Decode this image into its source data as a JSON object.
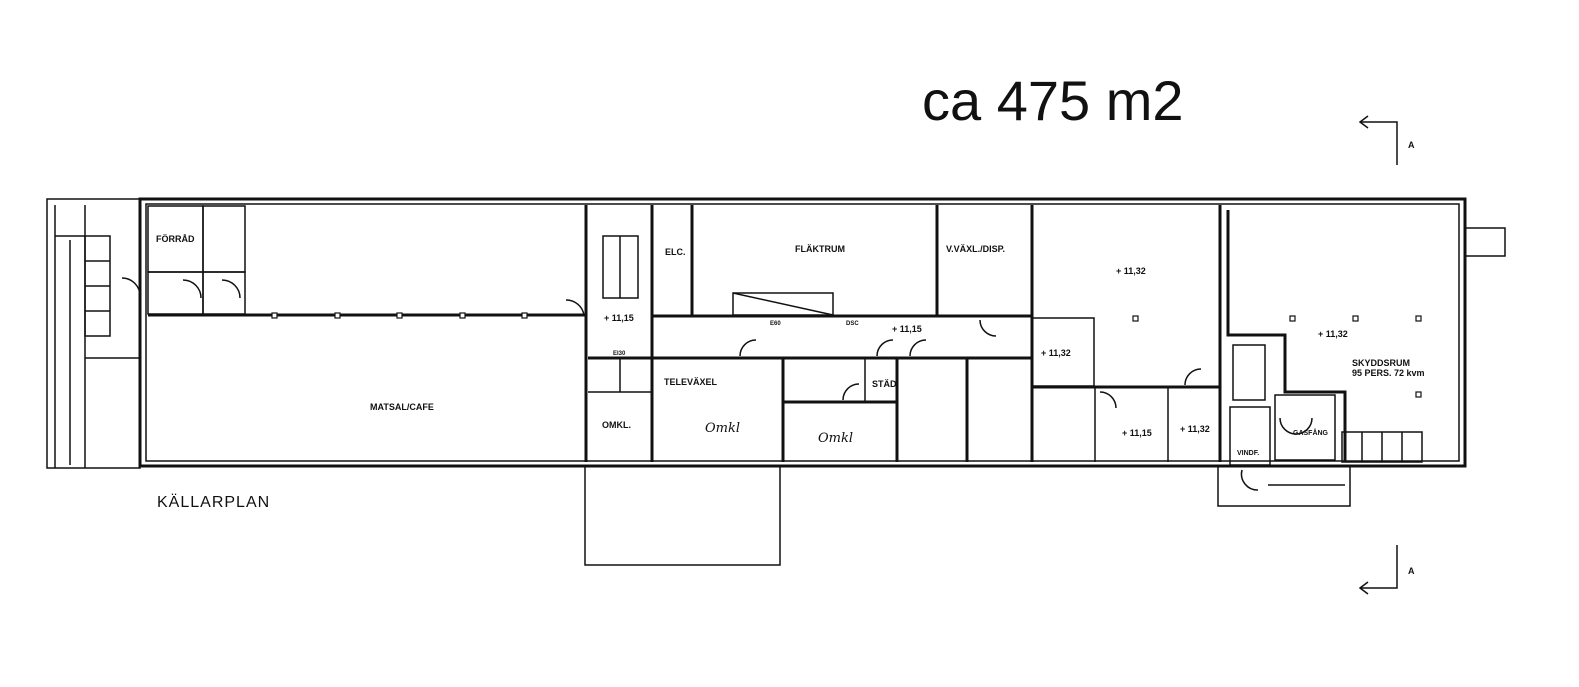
{
  "title": "ca  475 m2",
  "plan_name": "KÄLLARPLAN",
  "section_marker": "A",
  "rooms": {
    "forrad": "FÖRRÅD",
    "matsal": "MATSAL/CAFE",
    "elc": "ELC.",
    "flaktrum": "FLÄKTRUM",
    "vvaxl": "V.VÄXL./DISP.",
    "televaxel": "TELEVÄXEL",
    "omkl": "OMKL.",
    "stad": "STÄD",
    "skyddsrum": "SKYDDSRUM",
    "skyddsrum_info": "95 PERS.  72 kvm",
    "gasfang": "GASFÅNG",
    "vindf": "VINDF."
  },
  "handwritten": [
    "Omkl",
    "Omkl"
  ],
  "levels": [
    "+ 11,15",
    "+ 11,15",
    "+ 11,32",
    "+ 11,32",
    "+ 11,32",
    "+ 11,15",
    "+ 11,32"
  ],
  "small_labels": [
    "E60",
    "EI30",
    "DSC"
  ]
}
